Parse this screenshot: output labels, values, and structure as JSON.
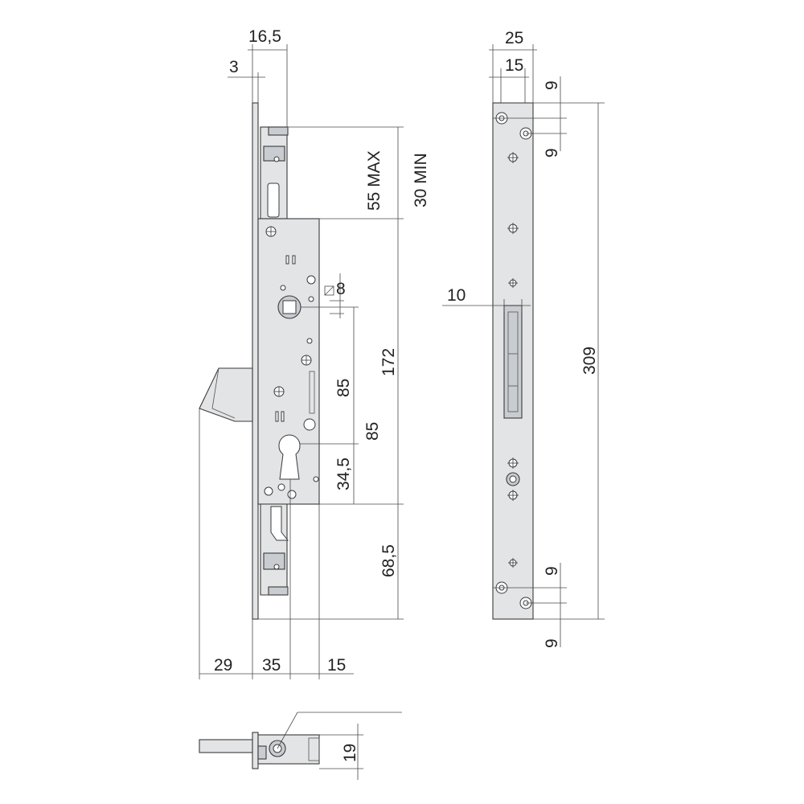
{
  "front_view": {
    "dim_top_width": "16,5",
    "dim_faceplate_thickness": "3",
    "dim_top_extension_max": "55 MAX",
    "dim_top_extension_min": "30 MIN",
    "dim_square_spindle": "8",
    "dim_case_height": "172",
    "dim_handle_to_cylinder": "85",
    "dim_cylinder_to_top": "85",
    "dim_cylinder_to_bottom": "34,5",
    "dim_bottom_extension": "68,5",
    "dim_latch_projection": "29",
    "dim_backset": "35",
    "dim_case_depth": "15"
  },
  "faceplate_view": {
    "dim_width": "25",
    "dim_inner_width": "15",
    "dim_hole_offset_top_1": "9",
    "dim_hole_offset_top_2": "9",
    "dim_latch_offset": "10",
    "dim_total_length": "309",
    "dim_hole_offset_bottom_1": "9",
    "dim_hole_offset_bottom_2": "9"
  },
  "top_view": {
    "dim_height": "19"
  }
}
